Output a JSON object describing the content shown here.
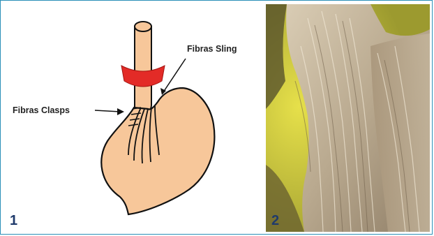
{
  "figure": {
    "panel1": {
      "number": "1",
      "labels": {
        "sling": "Fibras Sling",
        "clasps": "Fibras Clasps"
      }
    },
    "panel2": {
      "number": "2"
    }
  },
  "colors": {
    "stomach_fill": "#f7c79a",
    "band_red": "#e32b27",
    "border_blue": "#2a8fb8",
    "tissue_base": "#b9a98f",
    "yellow_bg": "#d9d23a",
    "number_color": "#1f3a6b"
  }
}
